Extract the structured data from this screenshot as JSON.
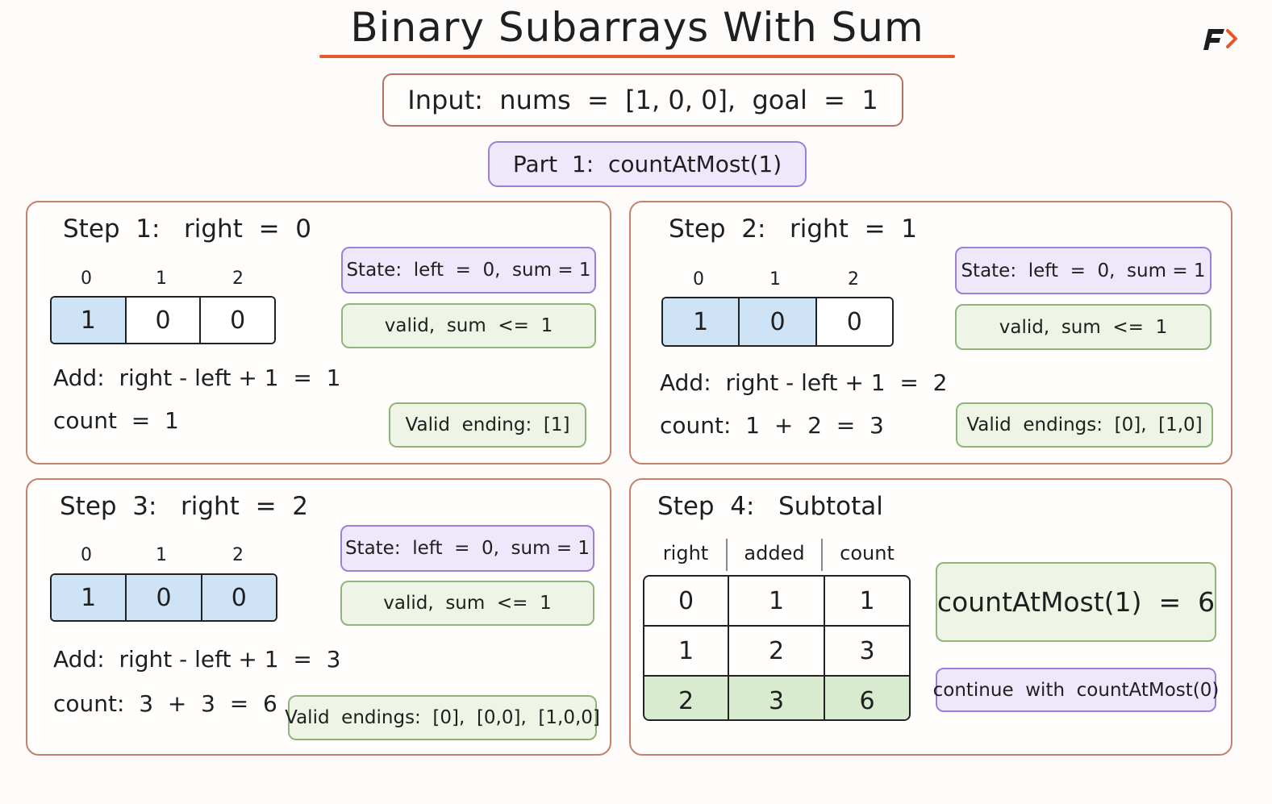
{
  "title": "Binary Subarrays With Sum",
  "input_text": "Input:  nums  =  [1, 0, 0],  goal  =  1",
  "part_text": "Part  1:  countAtMost(1)",
  "colors": {
    "accent": "#e5582b",
    "panel_border": "#c6806b",
    "state_bg": "#efe8fb",
    "state_border": "#9b7fd8",
    "valid_bg": "#eef5e6",
    "valid_border": "#8fb57a",
    "highlight": "#cfe3f7",
    "row_highlight": "#d8ebcf"
  },
  "steps": [
    {
      "title": "Step  1:   right  =  0",
      "indices": [
        "0",
        "1",
        "2"
      ],
      "cells": [
        "1",
        "0",
        "0"
      ],
      "highlighted": [
        true,
        false,
        false
      ],
      "state": "State:  left  =  0,  sum = 1",
      "valid": "valid,  sum  <=  1",
      "add": "Add:  right - left + 1  =  1",
      "count": "count  =  1",
      "endings": "Valid  ending:  [1]"
    },
    {
      "title": "Step  2:   right  =  1",
      "indices": [
        "0",
        "1",
        "2"
      ],
      "cells": [
        "1",
        "0",
        "0"
      ],
      "highlighted": [
        true,
        true,
        false
      ],
      "state": "State:  left  =  0,  sum = 1",
      "valid": "valid,  sum  <=  1",
      "add": "Add:  right - left + 1  =  2",
      "count": "count:  1  +  2  =  3",
      "endings": "Valid  endings:  [0],  [1,0]"
    },
    {
      "title": "Step  3:   right  =  2",
      "indices": [
        "0",
        "1",
        "2"
      ],
      "cells": [
        "1",
        "0",
        "0"
      ],
      "highlighted": [
        true,
        true,
        true
      ],
      "state": "State:  left  =  0,  sum = 1",
      "valid": "valid,  sum  <=  1",
      "add": "Add:  right - left + 1  =  3",
      "count": "count:  3  +  3  =  6",
      "endings": "Valid  endings:  [0],  [0,0],  [1,0,0]"
    }
  ],
  "subtotal": {
    "title": "Step  4:   Subtotal",
    "headers": [
      "right",
      "added",
      "count"
    ],
    "rows": [
      [
        "0",
        "1",
        "1"
      ],
      [
        "1",
        "2",
        "3"
      ],
      [
        "2",
        "3",
        "6"
      ]
    ],
    "result": "countAtMost(1)  =  6",
    "continue": "continue  with  countAtMost(0)"
  }
}
